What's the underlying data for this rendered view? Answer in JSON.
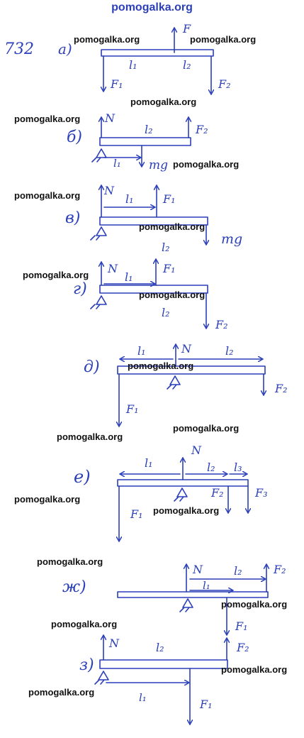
{
  "header": {
    "site": "pomogalka.org"
  },
  "problem": {
    "number": "732"
  },
  "watermark": "pomogalka.org",
  "parts": [
    {
      "key": "a",
      "letter": "а)",
      "labels": [
        "F",
        "l₁",
        "l₂",
        "F₁",
        "F₂"
      ]
    },
    {
      "key": "b",
      "letter": "б)",
      "labels": [
        "N",
        "l₂",
        "F₂",
        "l₁",
        "mg"
      ]
    },
    {
      "key": "v",
      "letter": "в)",
      "labels": [
        "N",
        "l₁",
        "F₁",
        "mg",
        "l₂"
      ]
    },
    {
      "key": "g",
      "letter": "г)",
      "labels": [
        "N",
        "l₁",
        "F₁",
        "l₂",
        "F₂"
      ]
    },
    {
      "key": "d",
      "letter": "д)",
      "labels": [
        "l₁",
        "N",
        "l₂",
        "F₂",
        "F₁"
      ]
    },
    {
      "key": "e",
      "letter": "е)",
      "labels": [
        "l₁",
        "N",
        "l₂",
        "l₃",
        "F₁",
        "F₂",
        "F₃"
      ]
    },
    {
      "key": "zh",
      "letter": "ж)",
      "labels": [
        "N",
        "l₂",
        "F₂",
        "l₁",
        "F₁"
      ]
    },
    {
      "key": "z",
      "letter": "з)",
      "labels": [
        "N",
        "l₂",
        "F₂",
        "l₁",
        "F₁"
      ]
    }
  ]
}
